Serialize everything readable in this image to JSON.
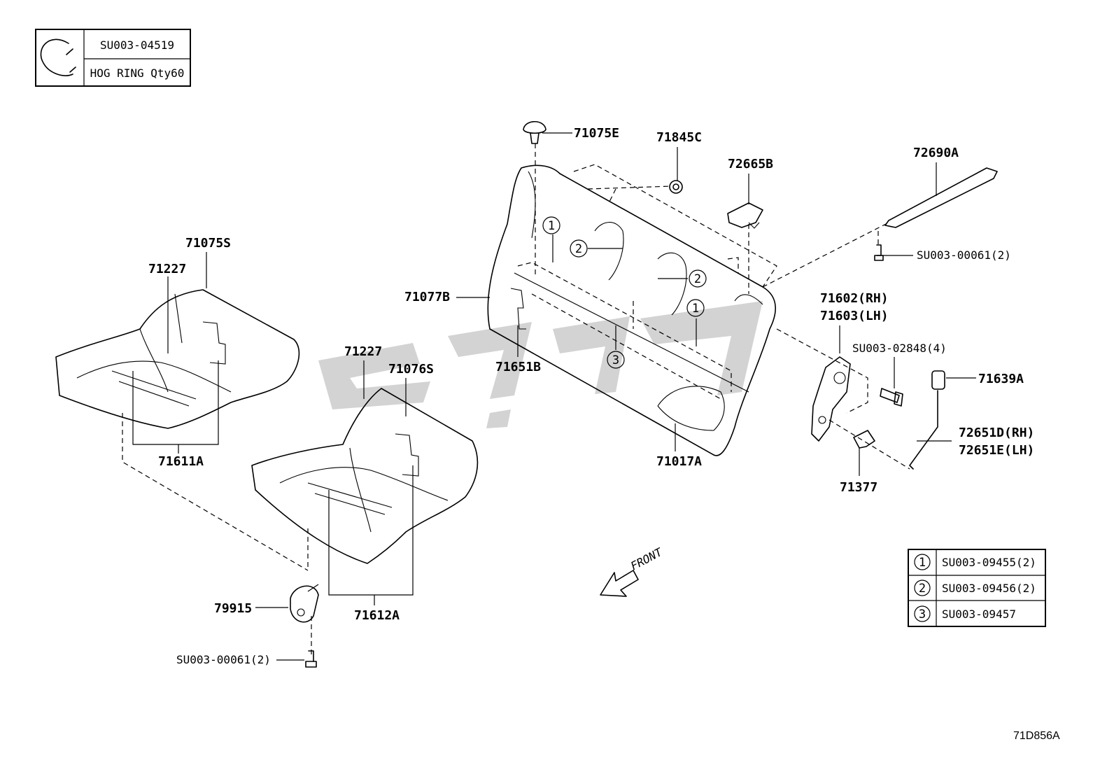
{
  "hog_ring_box": {
    "part_no": "SU003-04519",
    "desc": "HOG RING Qty60",
    "icon": "hog-ring-icon"
  },
  "part_labels": {
    "p71075E": "71075E",
    "p71845C": "71845C",
    "p72665B": "72665B",
    "p72690A": "72690A",
    "p71075S": "71075S",
    "p71227a": "71227",
    "p71227b": "71227",
    "p71076S": "71076S",
    "p71077B": "71077B",
    "p71651B": "71651B",
    "p71017A": "71017A",
    "p71611A": "71611A",
    "p71612A": "71612A",
    "p79915": "79915",
    "p71602": "71602(RH)",
    "p71603": "71603(LH)",
    "pSU02848": "SU003-02848(4)",
    "p71639A": "71639A",
    "p72651D": "72651D(RH)",
    "p72651E": "72651E(LH)",
    "p71377": "71377",
    "pSU00061a": "SU003-00061(2)",
    "pSU00061b": "SU003-00061(2)"
  },
  "callouts": {
    "c1": "1",
    "c2": "2",
    "c3": "3"
  },
  "legend": [
    {
      "num": "1",
      "part_no": "SU003-09455(2)"
    },
    {
      "num": "2",
      "part_no": "SU003-09456(2)"
    },
    {
      "num": "3",
      "part_no": "SU003-09457"
    }
  ],
  "front_label": "FRONT",
  "diagram_code": "71D856A"
}
